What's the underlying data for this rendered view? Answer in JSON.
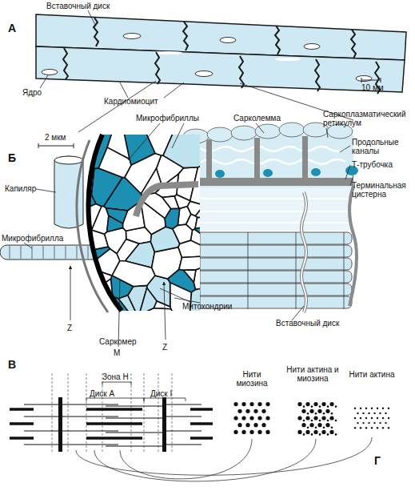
{
  "diagram": {
    "labels": [
      "Вставочный диск",
      "А",
      "10 мм",
      "Ядро",
      "Кардиомиоцит",
      "Микрофибриллы",
      "Сарколемма",
      "Саркоплазматический ретикулум",
      "Продольные каналы",
      "Т-трубочка",
      "Терминальная цистерна",
      "2 мкм",
      "Б",
      "Капиляр",
      "Микрофибрилла",
      "Митохондрии",
      "Вставочный диск",
      "Z",
      "Саркомер",
      "М",
      "Z",
      "В",
      "Зона Н",
      "Диск А",
      "Диск I",
      "Нити миозина",
      "Нити актина и миозина",
      "Нити актина",
      "Г"
    ]
  }
}
